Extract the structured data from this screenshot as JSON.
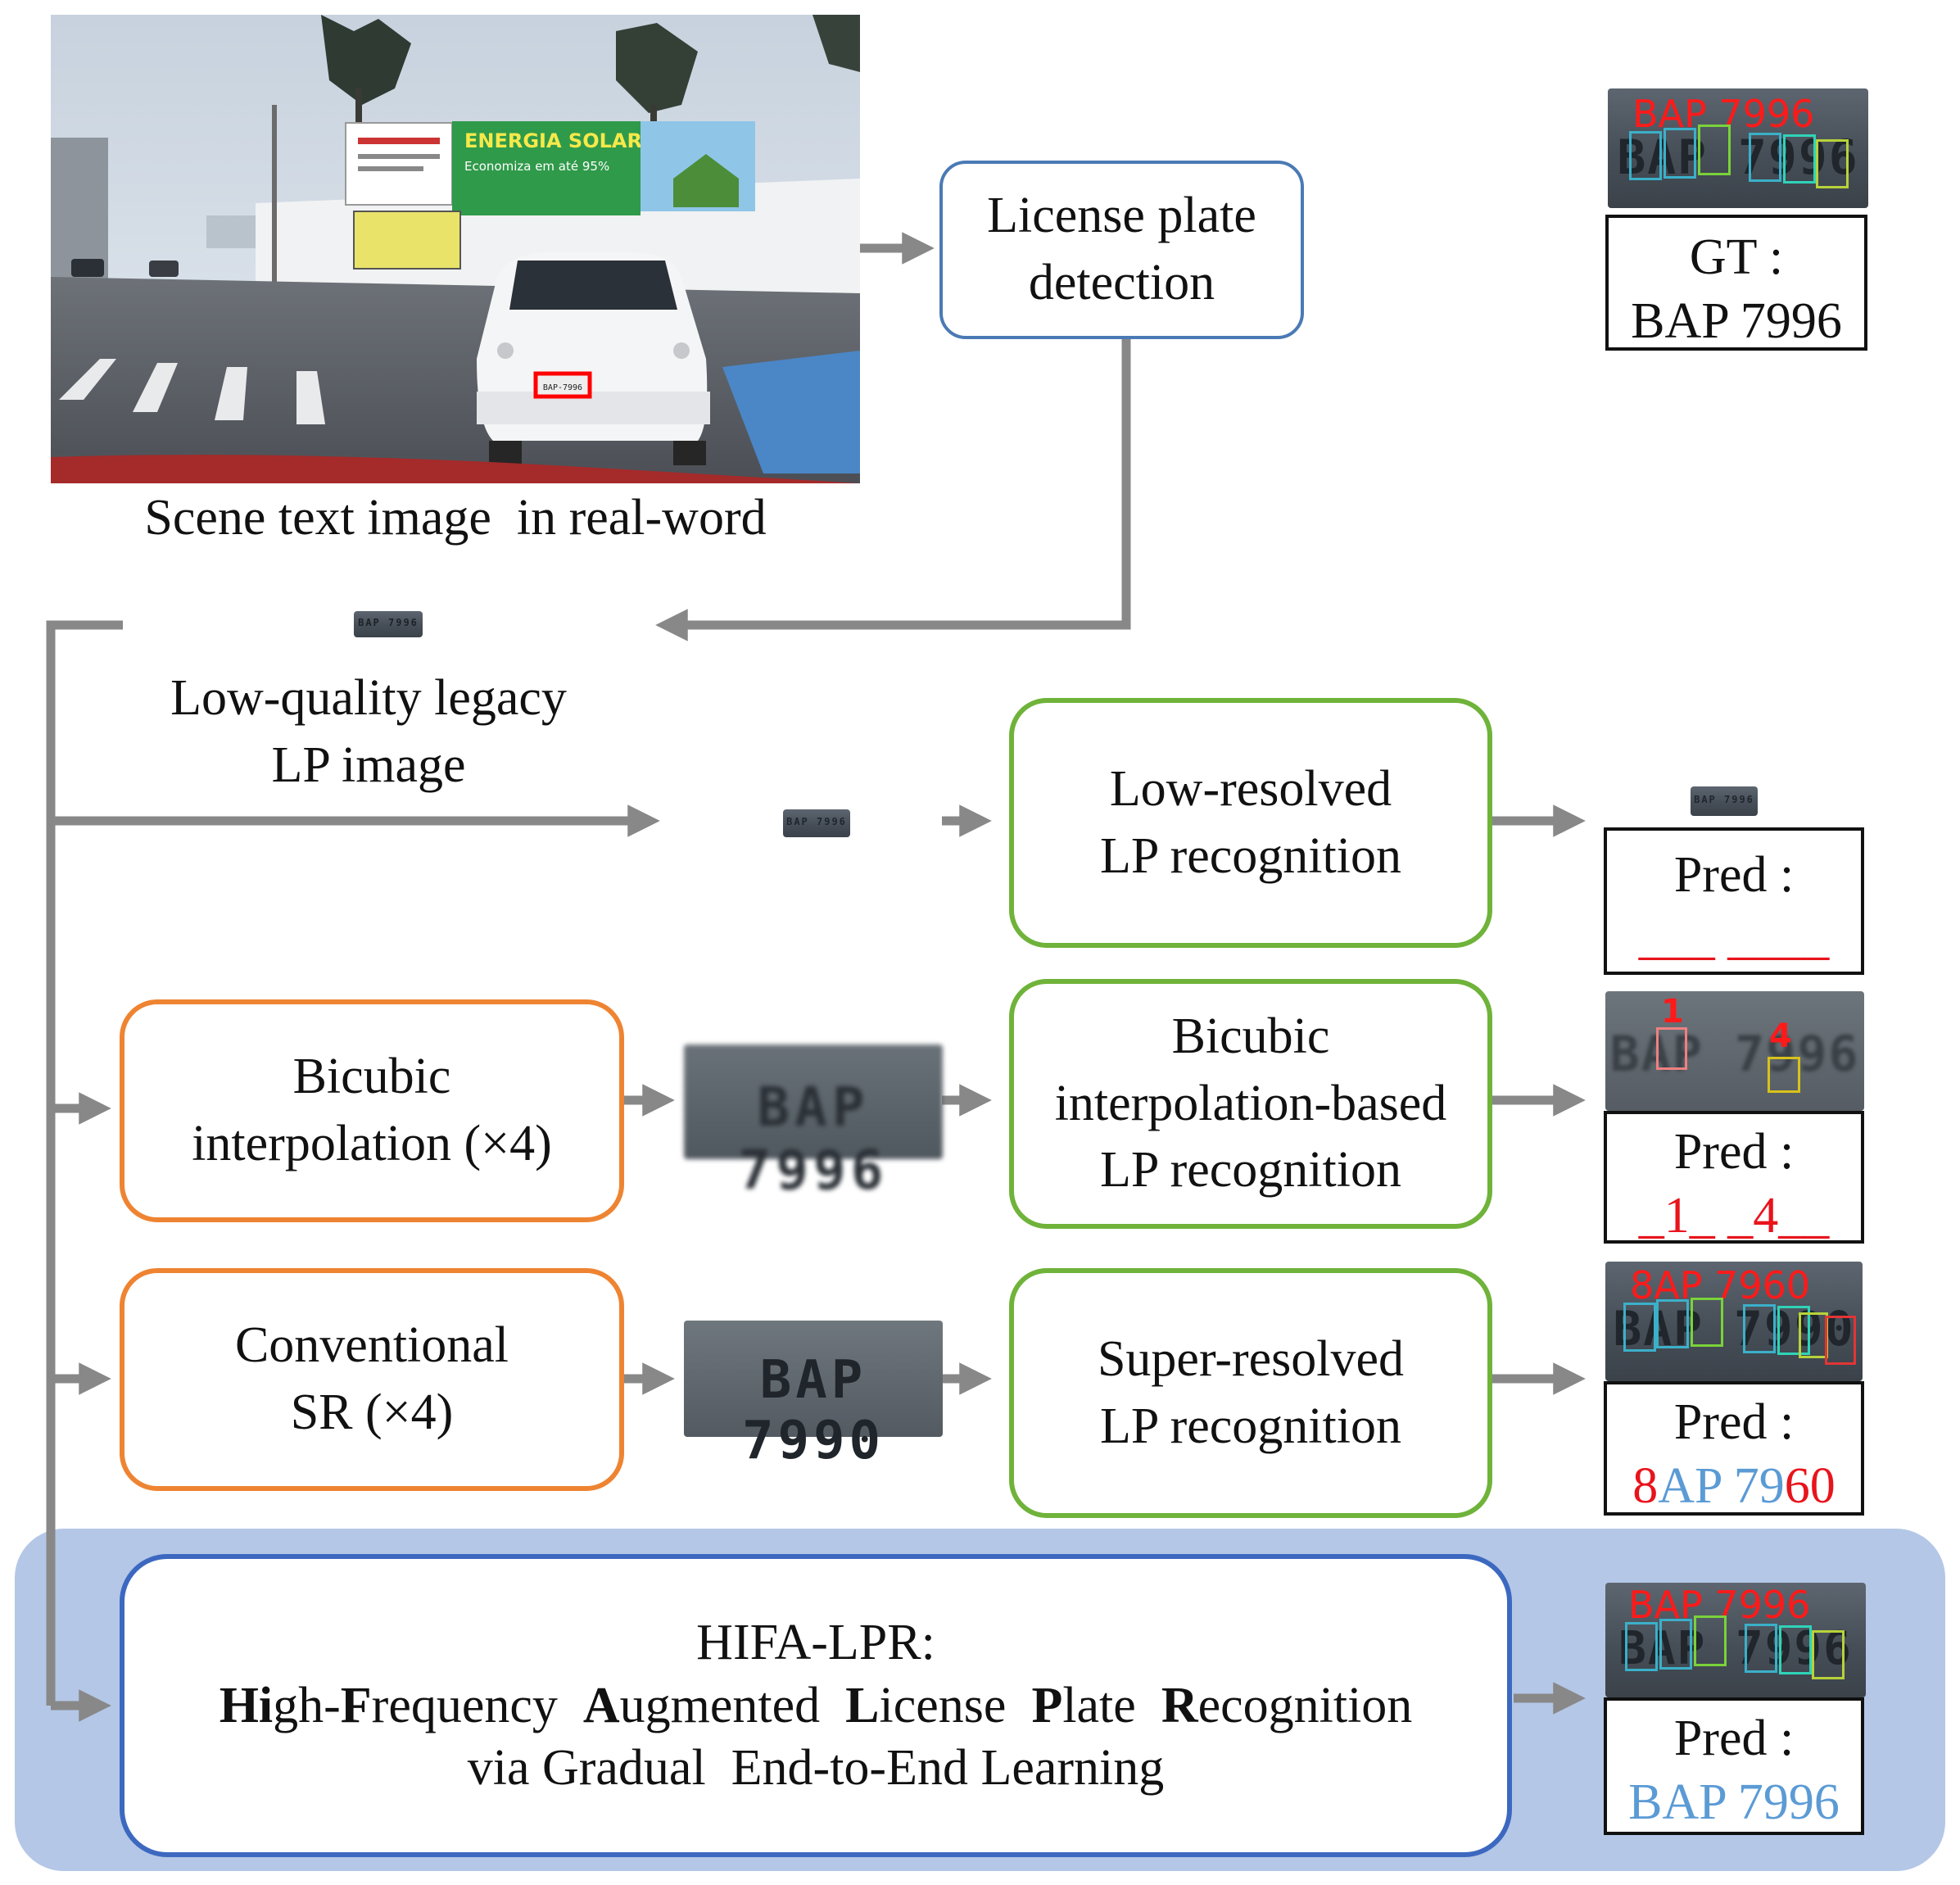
{
  "scene": {
    "caption": "Scene text image  in real-word",
    "billboard_title": "ENERGIA SOLAR",
    "billboard_sub": "Economiza em até 95%",
    "plate_text": "BAP-7996"
  },
  "nodes": {
    "detection": "License plate\ndetection",
    "legacy_label": "Low-quality  legacy\nLP image",
    "low_res_rec": "Low-resolved\nLP recognition",
    "bicubic": "Bicubic\ninterpolation (×4)",
    "bicubic_rec": "Bicubic\ninterpolation-based\nLP recognition",
    "conventional_sr": "Conventional\nSR (×4)",
    "sr_rec": "Super-resolved\nLP recognition",
    "hifa_title": "HIFA-LPR:",
    "hifa_line2": [
      {
        "text": "Hi",
        "bold": true
      },
      {
        "text": "gh-",
        "bold": false
      },
      {
        "text": "F",
        "bold": true
      },
      {
        "text": "requency  ",
        "bold": false
      },
      {
        "text": "A",
        "bold": true
      },
      {
        "text": "ugmented  ",
        "bold": false
      },
      {
        "text": "L",
        "bold": true
      },
      {
        "text": "icense  ",
        "bold": false
      },
      {
        "text": "P",
        "bold": true
      },
      {
        "text": "late  ",
        "bold": false
      },
      {
        "text": "R",
        "bold": true
      },
      {
        "text": "ecognition",
        "bold": false
      }
    ],
    "hifa_line3": "via Gradual  End-to-End Learning"
  },
  "results": {
    "gt_label": "GT :",
    "gt_value": "BAP 7996",
    "gt_overlay": "BAP 7996",
    "pred_label": "Pred :",
    "low_res_pred": "___ ____",
    "bicubic_pred": "_1_ _4__",
    "bicubic_overlay": [
      "1",
      "4"
    ],
    "sr_overlay": "8AP 7960",
    "sr_pred": [
      {
        "text": "8",
        "wrong": true
      },
      {
        "text": "AP 79",
        "wrong": false
      },
      {
        "text": "60",
        "wrong": true
      }
    ],
    "hifa_overlay": "BAP 7996",
    "hifa_pred": "BAP 7996"
  },
  "colors": {
    "arrow": "#888888",
    "detection_border": "#4a7ab5",
    "recognition_border": "#6fb33a",
    "interp_border": "#ee8432",
    "hifa_border": "#3c68c0",
    "hifa_band": "#b4c7e7",
    "error_red": "#e8141c",
    "correct_blue": "#5b9bd5"
  },
  "icons": [
    "car-scene-photo",
    "license-plate-crop"
  ]
}
